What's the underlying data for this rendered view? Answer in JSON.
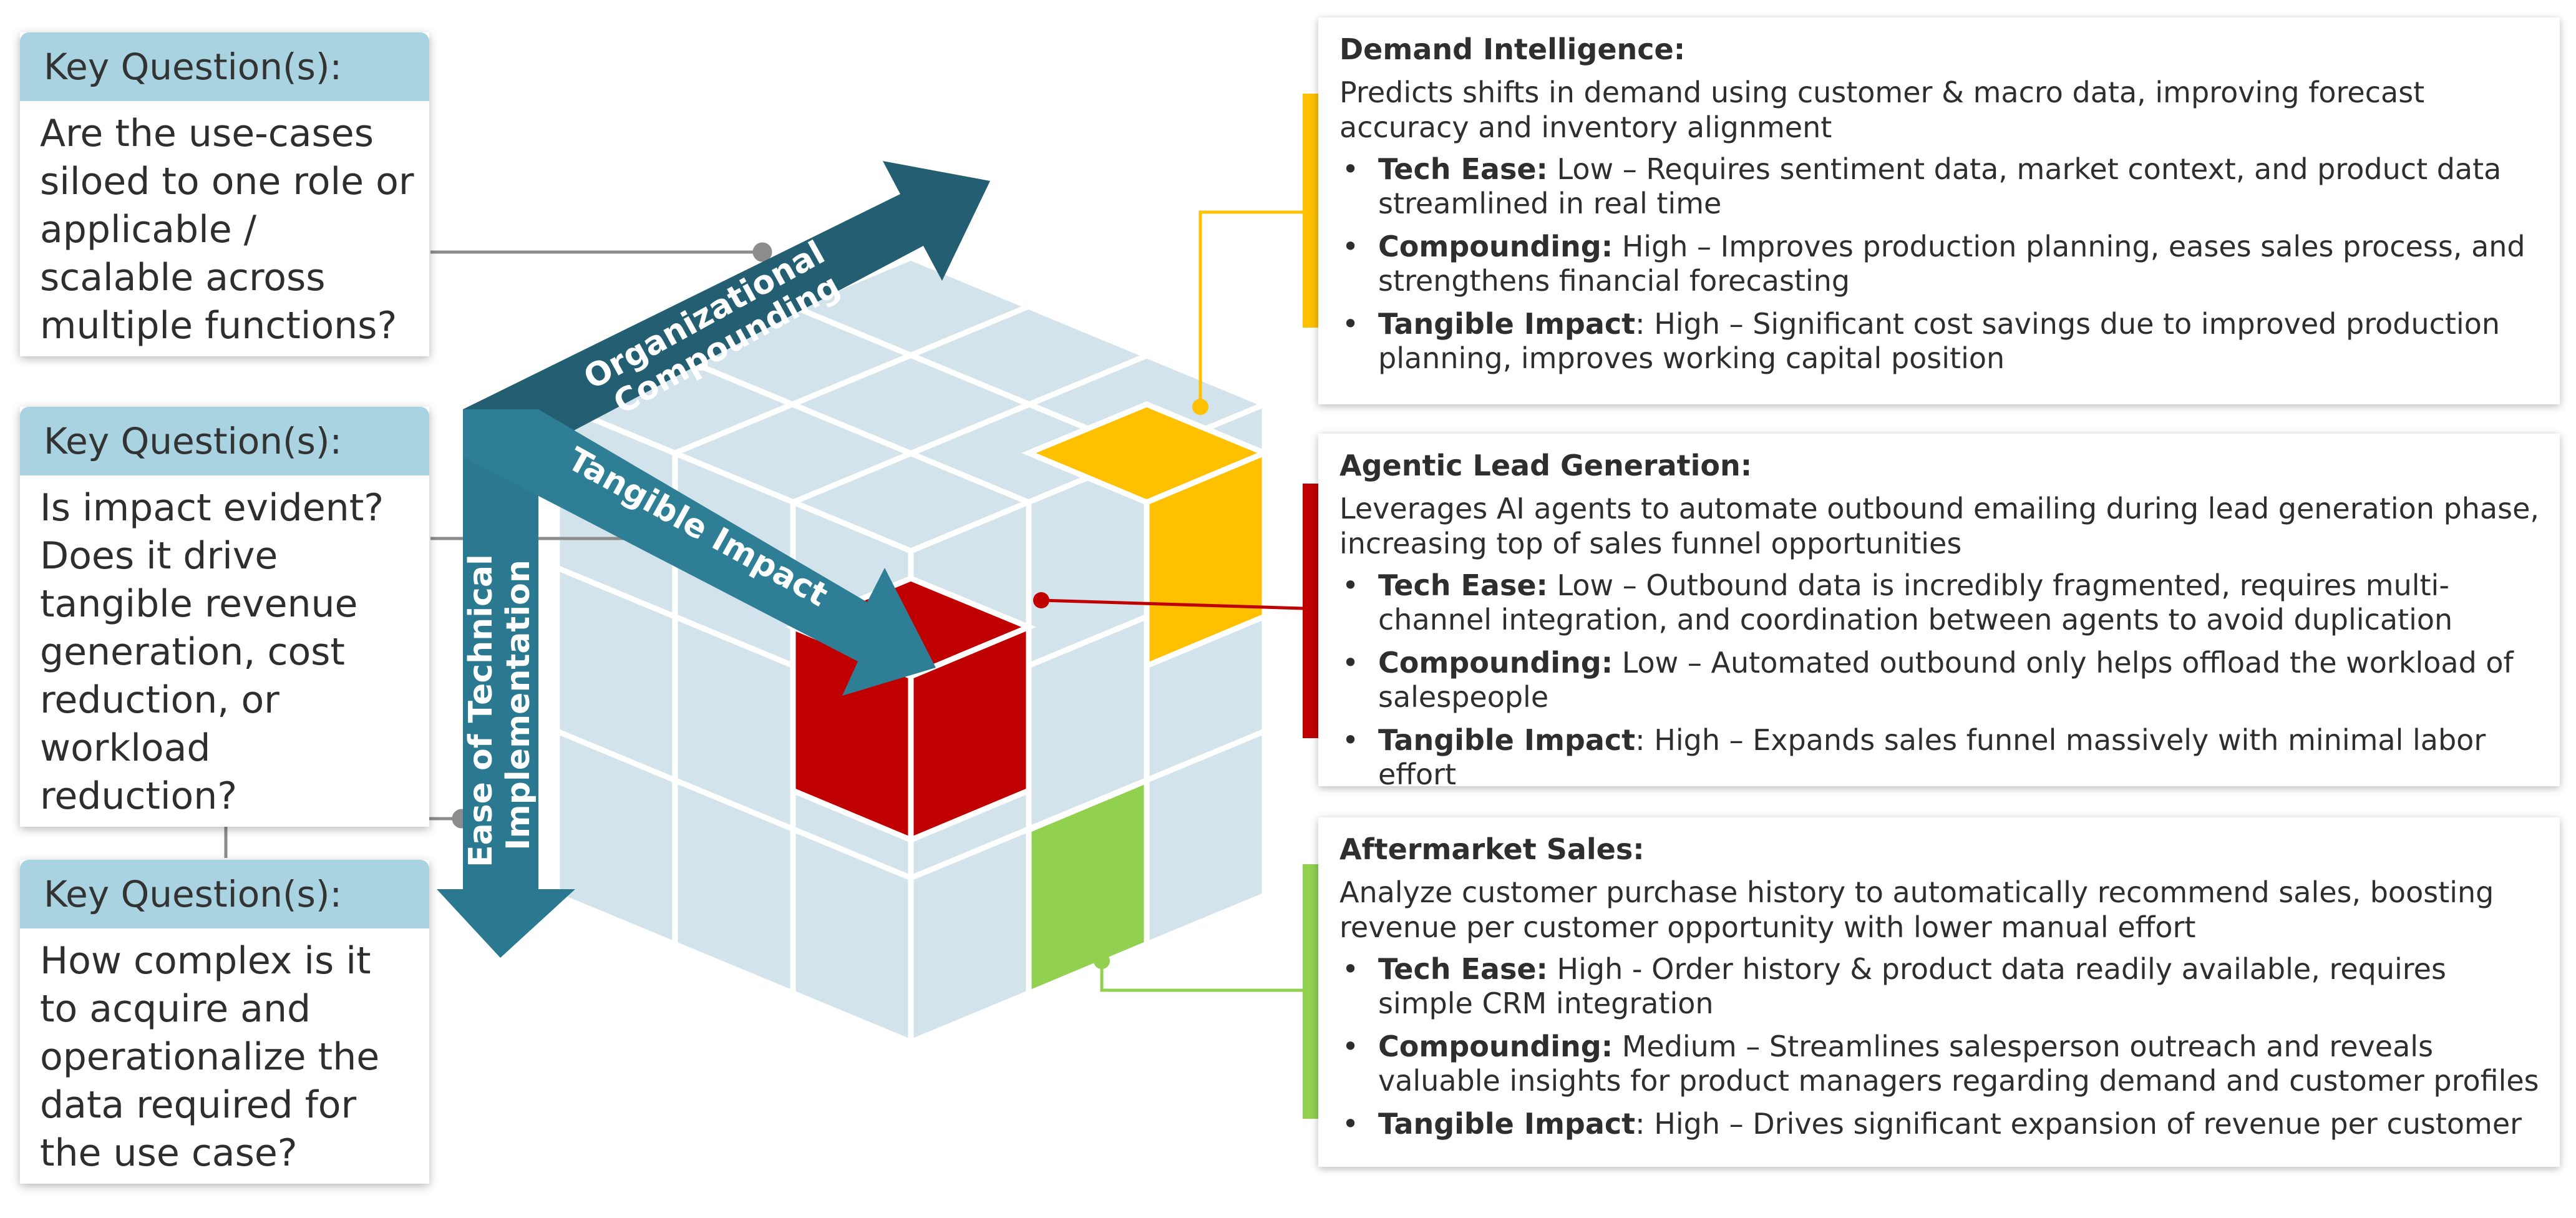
{
  "key_questions": [
    {
      "header": "Key Question(s):",
      "question": "Are the use-cases siloed to one role or applicable / scalable across multiple functions?"
    },
    {
      "header": "Key Question(s):",
      "question": "Is impact evident? Does it drive tangible revenue generation, cost reduction, or workload reduction?"
    },
    {
      "header": "Key Question(s):",
      "question": "How complex is it to acquire and operationalize the data required for the use case?"
    }
  ],
  "axes": {
    "compounding_line1": "Organizational",
    "compounding_line2": "Compounding",
    "impact": "Tangible Impact",
    "ease_line1": "Ease of Technical",
    "ease_line2": "Implementation"
  },
  "use_cases": [
    {
      "title": "Demand Intelligence:",
      "color": "#ffc000",
      "description": "Predicts shifts in demand using customer & macro data, improving forecast accuracy and inventory alignment",
      "bullets": [
        {
          "label": "Tech Ease:",
          "text": " Low – Requires sentiment data, market context, and product data streamlined in real time"
        },
        {
          "label": "Compounding:",
          "text": " High – Improves production planning, eases sales process, and strengthens financial forecasting"
        },
        {
          "label": "Tangible Impact",
          "text": ": High – Significant cost savings due to improved production planning, improves working capital position"
        }
      ]
    },
    {
      "title": "Agentic Lead Generation:",
      "color": "#c00000",
      "description": "Leverages AI agents to automate outbound emailing during lead generation phase, increasing top of sales funnel opportunities",
      "bullets": [
        {
          "label": "Tech Ease:",
          "text": " Low – Outbound data is incredibly fragmented, requires multi-channel integration, and coordination between agents to avoid duplication"
        },
        {
          "label": "Compounding:",
          "text": " Low – Automated outbound only helps offload the workload of salespeople"
        },
        {
          "label": "Tangible Impact",
          "text": ": High – Expands sales funnel massively with minimal labor effort"
        }
      ]
    },
    {
      "title": "Aftermarket Sales:",
      "color": "#92d050",
      "description": "Analyze customer purchase history to automatically recommend sales, boosting revenue per customer opportunity with lower manual effort",
      "bullets": [
        {
          "label": "Tech Ease:",
          "text": " High - Order history & product data readily available, requires simple CRM integration"
        },
        {
          "label": "Compounding:",
          "text": " Medium – Streamlines salesperson outreach and reveals valuable insights for product managers regarding demand and customer profiles"
        },
        {
          "label": "Tangible Impact",
          "text": ": High – Drives significant expansion of revenue per customer"
        }
      ]
    }
  ]
}
